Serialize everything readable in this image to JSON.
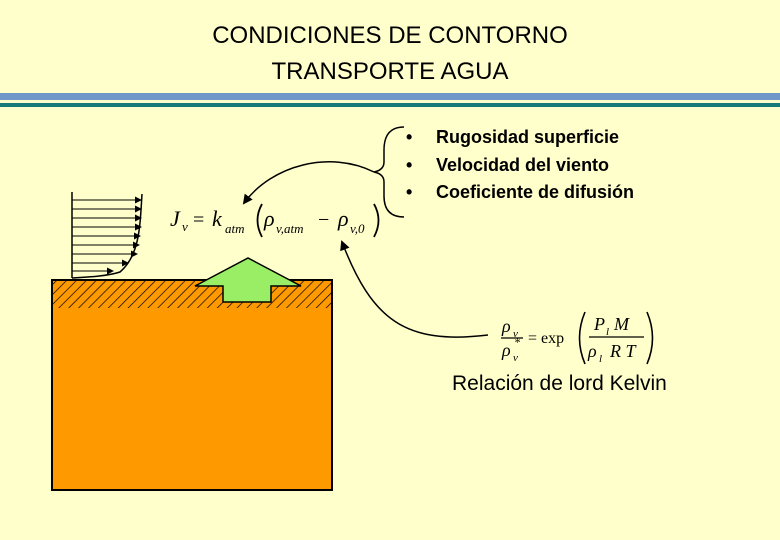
{
  "header": {
    "title_line1": "CONDICIONES DE CONTORNO",
    "title_line2": "TRANSPORTE AGUA"
  },
  "colors": {
    "background": "#ffffcc",
    "rule_blue": "#6f98c8",
    "rule_teal": "#1a7a7a",
    "soil_orange": "#ff9900",
    "arrow_green": "#99ee66"
  },
  "factors": {
    "items": [
      "Rugosidad superficie",
      "Velocidad del viento",
      "Coeficiente de difusión"
    ]
  },
  "equation_flux": {
    "lhs": "J",
    "lhs_sub": "v",
    "equals": "=",
    "k": "k",
    "k_sub": "atm",
    "rho_atm": "ρ",
    "rho_atm_sub": "v,atm",
    "minus": "−",
    "rho_0": "ρ",
    "rho_0_sub": "v,0"
  },
  "equation_kelvin": {
    "num": "ρ",
    "num_sub": "v",
    "den": "ρ",
    "den_sub": "v",
    "den_sup": "*",
    "equals": "= exp",
    "inner_num_P": "P",
    "inner_num_P_sub": "l",
    "inner_num_M": "M",
    "inner_den_rho": "ρ",
    "inner_den_rho_sub": "l",
    "inner_den_RT": "R T"
  },
  "kelvin_label": "Relación de lord Kelvin"
}
